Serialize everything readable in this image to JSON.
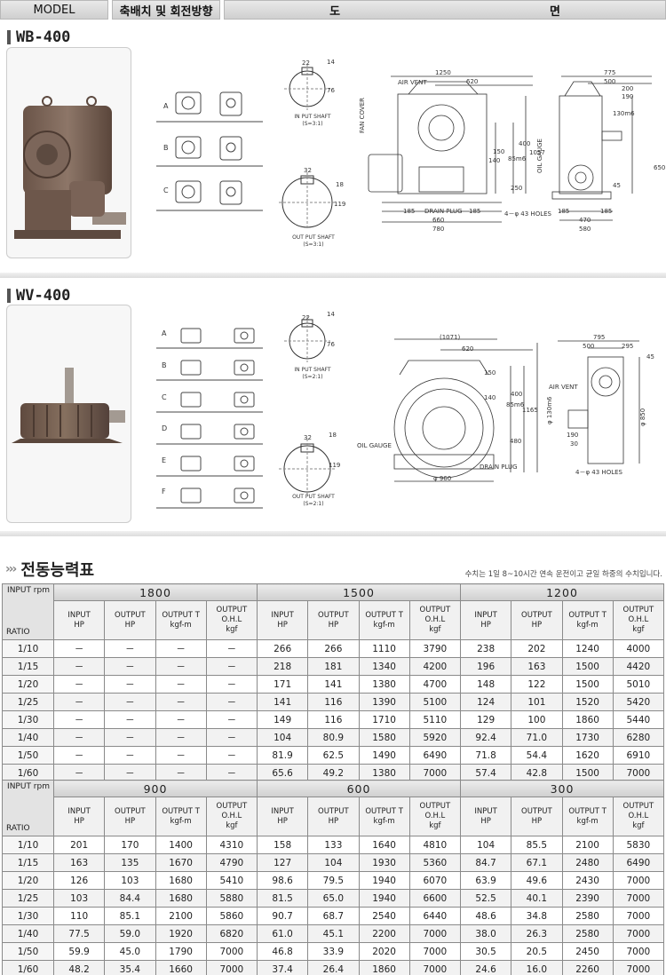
{
  "header": {
    "model": "MODEL",
    "rotation": "축배치 및 회전방향",
    "drawing_1": "도",
    "drawing_2": "면"
  },
  "wb": {
    "title": "WB-400",
    "rotations": [
      "A",
      "B",
      "C"
    ],
    "input_shaft": {
      "label": "IN PUT SHAFT",
      "ratio": "(S=3:1)",
      "d1": "22",
      "d2": "14",
      "d3": "76"
    },
    "output_shaft": {
      "label": "OUT PUT SHAFT",
      "ratio": "(S=3:1)",
      "d1": "32",
      "d2": "18",
      "d3": "119"
    },
    "drawing": {
      "air_vent": "AIR VENT",
      "fan_cover": "FAN COVER",
      "drain_plug": "DRAIN PLUG",
      "oil_gauge": "OIL GAUGE",
      "holes": "4－φ 43 HOLES",
      "dims": [
        "1250",
        "620",
        "150",
        "140",
        "400",
        "1057",
        "250",
        "185",
        "660",
        "780",
        "185",
        "775",
        "500",
        "200",
        "190",
        "130m6",
        "85m6",
        "45",
        "650",
        "185",
        "470",
        "580",
        "185"
      ]
    }
  },
  "wv": {
    "title": "WV-400",
    "rotations": [
      "A",
      "B",
      "C",
      "D",
      "E",
      "F"
    ],
    "input_shaft": {
      "label": "IN PUT SHAFT",
      "ratio": "(S=2:1)",
      "d1": "22",
      "d2": "14",
      "d3": "76"
    },
    "output_shaft": {
      "label": "OUT PUT SHAFT",
      "ratio": "(S=2:1)",
      "d1": "32",
      "d2": "18",
      "d3": "119"
    },
    "drawing": {
      "oil_gauge": "OIL GAUGE",
      "drain_plug": "DRAIN PLUG",
      "air_vent": "AIR VENT",
      "holes": "4－φ 43 HOLES",
      "dims": [
        "(1071)",
        "620",
        "150",
        "140",
        "400",
        "1165",
        "480",
        "φ 960",
        "795",
        "500",
        "295",
        "45",
        "φ 130m6",
        "190",
        "30",
        "φ 850",
        "85m6"
      ]
    }
  },
  "capacity": {
    "title": "전동능력표",
    "note": "수치는 1일 8~10시간 연속 운전이고 균일 하중의 수치입니다.",
    "corner_top": "INPUT rpm",
    "corner_bottom": "RATIO",
    "col_labels": [
      [
        "INPUT",
        "HP"
      ],
      [
        "OUTPUT",
        "HP"
      ],
      [
        "OUTPUT T",
        "kgf-m"
      ],
      [
        "OUTPUT O.H.L",
        "kgf"
      ]
    ],
    "ratios": [
      "1/10",
      "1/15",
      "1/20",
      "1/25",
      "1/30",
      "1/40",
      "1/50",
      "1/60"
    ],
    "tables": [
      {
        "rpms": [
          "1800",
          "1500",
          "1200"
        ],
        "rows": [
          [
            "－",
            "－",
            "－",
            "－",
            "266",
            "266",
            "1110",
            "3790",
            "238",
            "202",
            "1240",
            "4000"
          ],
          [
            "－",
            "－",
            "－",
            "－",
            "218",
            "181",
            "1340",
            "4200",
            "196",
            "163",
            "1500",
            "4420"
          ],
          [
            "－",
            "－",
            "－",
            "－",
            "171",
            "141",
            "1380",
            "4700",
            "148",
            "122",
            "1500",
            "5010"
          ],
          [
            "－",
            "－",
            "－",
            "－",
            "141",
            "116",
            "1390",
            "5100",
            "124",
            "101",
            "1520",
            "5420"
          ],
          [
            "－",
            "－",
            "－",
            "－",
            "149",
            "116",
            "1710",
            "5110",
            "129",
            "100",
            "1860",
            "5440"
          ],
          [
            "－",
            "－",
            "－",
            "－",
            "104",
            "80.9",
            "1580",
            "5920",
            "92.4",
            "71.0",
            "1730",
            "6280"
          ],
          [
            "－",
            "－",
            "－",
            "－",
            "81.9",
            "62.5",
            "1490",
            "6490",
            "71.8",
            "54.4",
            "1620",
            "6910"
          ],
          [
            "－",
            "－",
            "－",
            "－",
            "65.6",
            "49.2",
            "1380",
            "7000",
            "57.4",
            "42.8",
            "1500",
            "7000"
          ]
        ]
      },
      {
        "rpms": [
          "900",
          "600",
          "300"
        ],
        "rows": [
          [
            "201",
            "170",
            "1400",
            "4310",
            "158",
            "133",
            "1640",
            "4810",
            "104",
            "85.5",
            "2100",
            "5830"
          ],
          [
            "163",
            "135",
            "1670",
            "4790",
            "127",
            "104",
            "1930",
            "5360",
            "84.7",
            "67.1",
            "2480",
            "6490"
          ],
          [
            "126",
            "103",
            "1680",
            "5410",
            "98.6",
            "79.5",
            "1940",
            "6070",
            "63.9",
            "49.6",
            "2430",
            "7000"
          ],
          [
            "103",
            "84.4",
            "1680",
            "5880",
            "81.5",
            "65.0",
            "1940",
            "6600",
            "52.5",
            "40.1",
            "2390",
            "7000"
          ],
          [
            "110",
            "85.1",
            "2100",
            "5860",
            "90.7",
            "68.7",
            "2540",
            "6440",
            "48.6",
            "34.8",
            "2580",
            "7000"
          ],
          [
            "77.5",
            "59.0",
            "1920",
            "6820",
            "61.0",
            "45.1",
            "2200",
            "7000",
            "38.0",
            "26.3",
            "2580",
            "7000"
          ],
          [
            "59.9",
            "45.0",
            "1790",
            "7000",
            "46.8",
            "33.9",
            "2020",
            "7000",
            "30.5",
            "20.5",
            "2450",
            "7000"
          ],
          [
            "48.2",
            "35.4",
            "1660",
            "7000",
            "37.4",
            "26.4",
            "1860",
            "7000",
            "24.6",
            "16.0",
            "2260",
            "7000"
          ]
        ]
      }
    ]
  }
}
